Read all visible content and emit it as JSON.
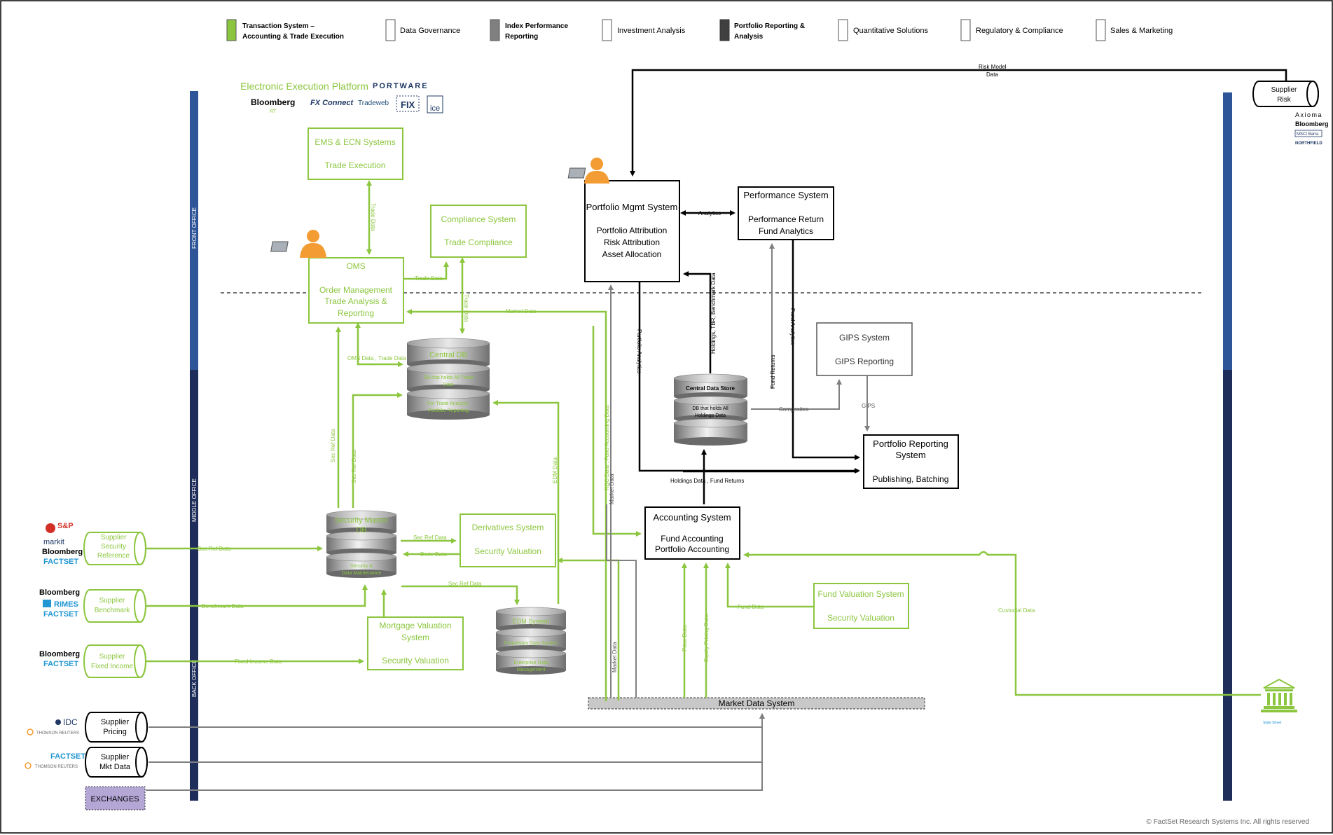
{
  "legend": [
    {
      "line1": "Transaction System –",
      "line2": "Accounting & Trade Execution",
      "color": "#8cc63f"
    },
    {
      "line1": "Data Governance",
      "line2": "",
      "color": "#ffffff"
    },
    {
      "line1": "Index Performance",
      "line2": "Reporting",
      "color": "#808080"
    },
    {
      "line1": "Investment Analysis",
      "line2": "",
      "color": "#ffffff"
    },
    {
      "line1": "Portfolio Reporting &",
      "line2": "Analysis",
      "color": "#404040"
    },
    {
      "line1": "Quantitative Solutions",
      "line2": "",
      "color": "#ffffff"
    },
    {
      "line1": "Regulatory & Compliance",
      "line2": "",
      "color": "#ffffff"
    },
    {
      "line1": "Sales & Marketing",
      "line2": "",
      "color": "#ffffff"
    }
  ],
  "zones": {
    "front": "FRONT OFFICE",
    "middle": "MIDDLE OFFICE",
    "back": "BACK OFFICE"
  },
  "eep": {
    "title": "Electronic Execution Platform",
    "portware": "PORTWARE",
    "bloomberg": "Bloomberg",
    "bloomberg_sub": "RT",
    "fxconnect": "FX Connect",
    "tradeweb": "Tradeweb",
    "fix": "FIX",
    "ice": "ice"
  },
  "boxes": {
    "ems": {
      "title": "EMS & ECN Systems",
      "body": "Trade Execution"
    },
    "compliance": {
      "title": "Compliance System",
      "body": "Trade Compliance"
    },
    "oms": {
      "title": "OMS",
      "l1": "Order Management",
      "l2": "Trade Analysis &",
      "l3": "Reporting"
    },
    "pms": {
      "title": "Portfolio Mgmt System",
      "l1": "Portfolio Attribution",
      "l2": "Risk Attribution",
      "l3": "Asset Allocation"
    },
    "perf": {
      "title": "Performance System",
      "l1": "Performance Return",
      "l2": "Fund Analytics"
    },
    "gips": {
      "title": "GIPS System",
      "body": "GIPS Reporting"
    },
    "prs": {
      "t1": "Portfolio Reporting",
      "t2": "System",
      "body": "Publishing, Batching"
    },
    "accounting": {
      "title": "Accounting System",
      "l1": "Fund Accounting",
      "l2": "Portfolio Accounting"
    },
    "derivatives": {
      "title": "Derivatives System",
      "body": "Security Valuation"
    },
    "mortgage": {
      "t1": "Mortgage Valuation",
      "t2": "System",
      "body": "Security Valuation"
    },
    "fundval": {
      "title": "Fund Valuation System",
      "body": "Security Valuation"
    },
    "mds": {
      "title": "Market Data System"
    },
    "exchanges": {
      "title": "EXCHANGES"
    }
  },
  "databases": {
    "central_db": {
      "d1": "Central DB",
      "d2": "DB that holds All Trade",
      "d3": "Data",
      "d4": "For Trade Analysis,",
      "d5": "Portfolio Reporting"
    },
    "cds": {
      "d1": "Central Data Store",
      "d2": "DB that holds All",
      "d3": "Holdings Data"
    },
    "secmaster": {
      "d1": "Security Master",
      "d2": "DB",
      "d3": "Security &",
      "d4": "Data Maintenance"
    },
    "edm": {
      "d1": "EDM System",
      "d2": "Proprietary Data System",
      "d3": "Enterprise Data",
      "d4": "Management"
    }
  },
  "suppliers": {
    "security_ref": {
      "l1": "Supplier",
      "l2": "Security",
      "l3": "Reference"
    },
    "benchmark": {
      "l1": "Supplier",
      "l2": "Benchmark"
    },
    "fixed_income": {
      "l1": "Supplier",
      "l2": "Fixed Income"
    },
    "pricing": {
      "l1": "Supplier",
      "l2": "Pricing"
    },
    "mktdata": {
      "l1": "Supplier",
      "l2": "Mkt Data"
    },
    "risk": {
      "l1": "Supplier",
      "l2": "Risk"
    }
  },
  "vendor_logos": {
    "sp": "S&P",
    "markit": "markit",
    "bloomberg": "Bloomberg",
    "factset": "FACTSET",
    "rimes": "RIMES",
    "idc": "IDC",
    "thomson": "THOMSON REUTERS",
    "axioma": "Axioma",
    "msci": "MSCI Barra",
    "northfield": "NORTHFIELD",
    "statestreet": "State Street"
  },
  "flows": {
    "trade_data_ems": "Trade Data",
    "trade_data_comp": "Trade Data",
    "trade_data_db": "Trade Data",
    "market_data": "Market Data",
    "oms_trade": "OMS Data , Trade Data",
    "sec_ref_v1": "Sec Ref Data",
    "sec_ref_v2": "Sec Ref Data",
    "sec_ref_in": "Sec Ref Data",
    "sec_ref_deriv": "Sec Ref Data",
    "deriv_data": "Deriv Data",
    "sec_ref_edm": "Sec Ref Data",
    "benchmark": "Benchmark Data",
    "fixed_income": "Fixed Income Data",
    "edm_data": "EDM Data",
    "rbc_fund_acct": "RBC Data , Fund Accounting Data",
    "market_data_v": "Market Data",
    "market_data_v2": "Market Data",
    "price_data": "Price Data",
    "equity_pricing": "Equity Pricing Data",
    "fund_data": "Fund Data",
    "custodial": "Custodial Data",
    "analytics": "Analytics",
    "portfolio_analytics": "Portfolio Analytics",
    "holdings_tbr": "Holdings, TBR, Benchmark Data",
    "fund_returns_v": "Fund Returns",
    "fund_analytics_v": "Fund Analytics",
    "composites": "Composites",
    "gips": "GIPS",
    "holdings_fund": "Holdings Data , Fund Returns",
    "risk_model": "Risk Model",
    "risk_model2": "Data"
  },
  "copyright": "© FactSet Research Systems Inc. All rights reserved",
  "colors": {
    "green": "#8cc63f",
    "gray": "#808080",
    "black": "#000000",
    "navy": "#1f3864",
    "navy_light": "#2e5597",
    "lavender": "#b4a7d6"
  }
}
